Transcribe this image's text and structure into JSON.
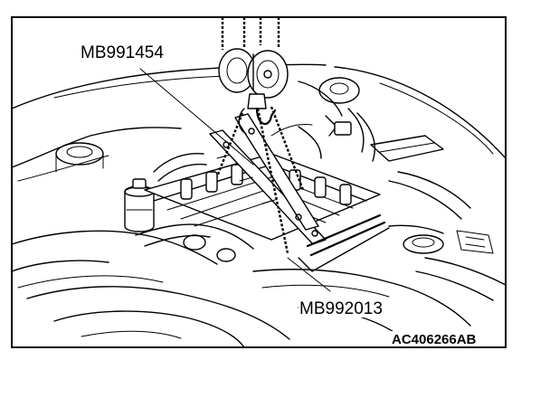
{
  "labels": {
    "lifting_tool": "MB991454",
    "engine_hanger": "MB992013",
    "figure_code": "AC406266AB"
  },
  "colors": {
    "line": "#000000",
    "background": "#ffffff"
  }
}
